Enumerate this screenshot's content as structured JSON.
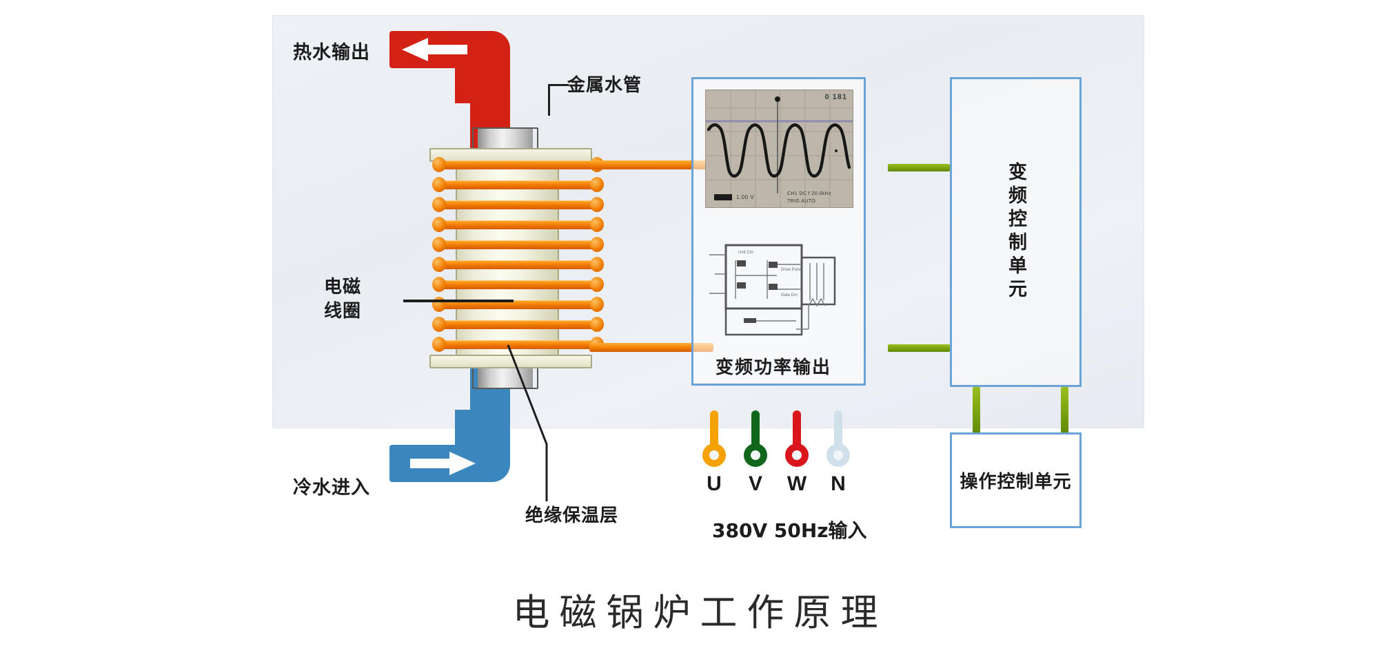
{
  "caption": "电磁锅炉工作原理",
  "labels": {
    "hot_water_out": "热水输出",
    "cold_water_in": "冷水进入",
    "metal_pipe": "金属水管",
    "coil_line1": "电磁",
    "coil_line2": "线圈",
    "insulation": "绝缘保温层",
    "power_output": "变频功率输出",
    "supply_input": "380V 50Hz输入"
  },
  "units": {
    "vfd_control": "变频控制单元",
    "operation_control": "操作控制单元"
  },
  "terminals": [
    {
      "id": "U",
      "label": "U",
      "color": "#f5a200"
    },
    {
      "id": "V",
      "label": "V",
      "color": "#10661a"
    },
    {
      "id": "W",
      "label": "W",
      "color": "#d8161c"
    },
    {
      "id": "N",
      "label": "N",
      "color": "#cfe0ea"
    }
  ],
  "scope": {
    "readout": "0  181",
    "footer_left": "1.00 V",
    "footer_mid": "CH1 DC  f 20.0kHz",
    "footer_bot": "TRIG  AUTO"
  },
  "colors": {
    "hot_pipe": "#d42116",
    "cold_pipe": "#3b87bd",
    "coil": "#ef7b00",
    "panel_border": "#6ba3d6",
    "connector_green": "#7aa30f",
    "insulation_body": "#f3f2e0",
    "metal": "#c9c9c9",
    "background": "#eef1f5"
  }
}
